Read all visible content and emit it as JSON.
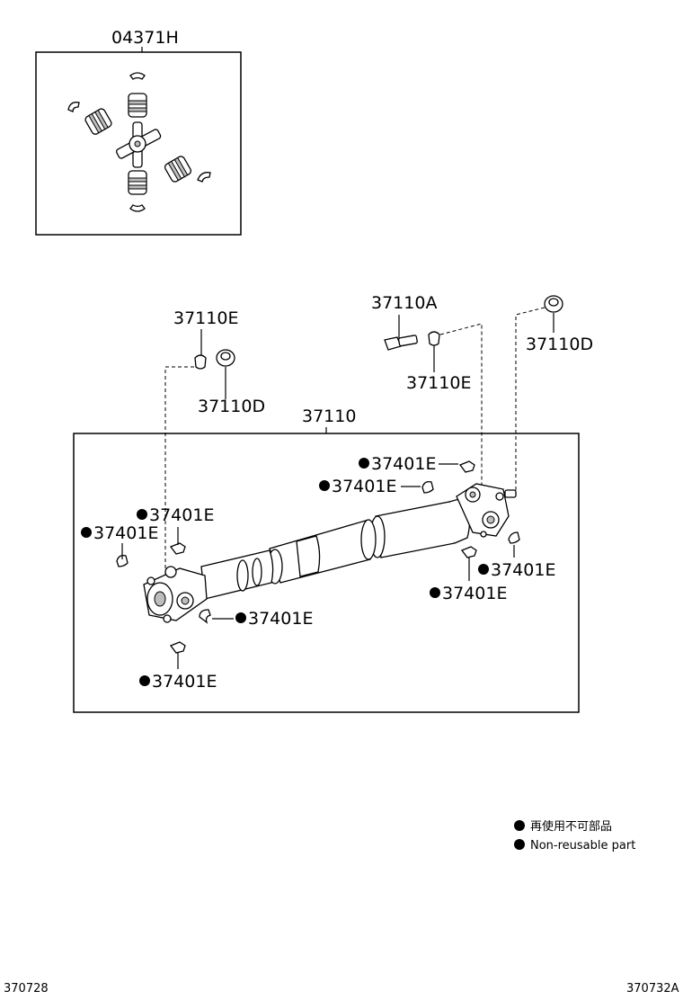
{
  "labels": {
    "kit": "04371H",
    "e_left": "37110E",
    "d_left": "37110D",
    "a_top": "37110A",
    "e_right": "37110E",
    "d_right": "37110D",
    "shaft": "37110",
    "p1": "37401E",
    "p2": "37401E",
    "p3": "37401E",
    "p4": "37401E",
    "p5": "37401E",
    "p6": "37401E",
    "p7": "37401E",
    "p8": "37401E"
  },
  "legend": {
    "line1": "再使用不可部品",
    "line2": "Non-reusable part"
  },
  "footer": {
    "left": "370728",
    "right": "370732A"
  }
}
